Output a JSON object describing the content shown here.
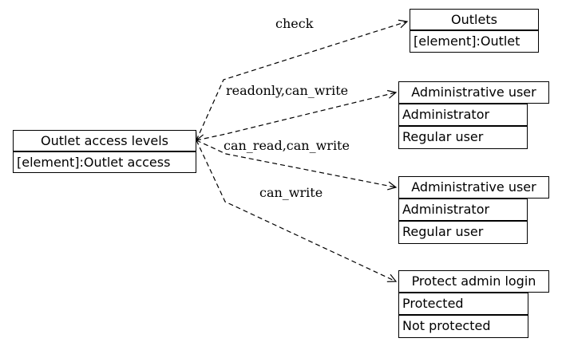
{
  "nodes": {
    "outlet_access_levels": {
      "title": "Outlet access levels",
      "rows": [
        "[element]:Outlet access"
      ]
    },
    "outlets": {
      "title": "Outlets",
      "rows": [
        "[element]:Outlet"
      ]
    },
    "admin_user_1": {
      "title": "Administrative user",
      "rows": [
        "Administrator",
        "Regular user"
      ]
    },
    "admin_user_2": {
      "title": "Administrative user",
      "rows": [
        "Administrator",
        "Regular user"
      ]
    },
    "protect_admin_login": {
      "title": "Protect admin login",
      "rows": [
        "Protected",
        "Not protected"
      ]
    }
  },
  "edges": {
    "check": "check",
    "readonly_can_write": "readonly,can_write",
    "can_read_can_write": "can_read,can_write",
    "can_write": "can_write"
  },
  "colors": {
    "line": "#000000",
    "box_fill": "#ffffff"
  }
}
